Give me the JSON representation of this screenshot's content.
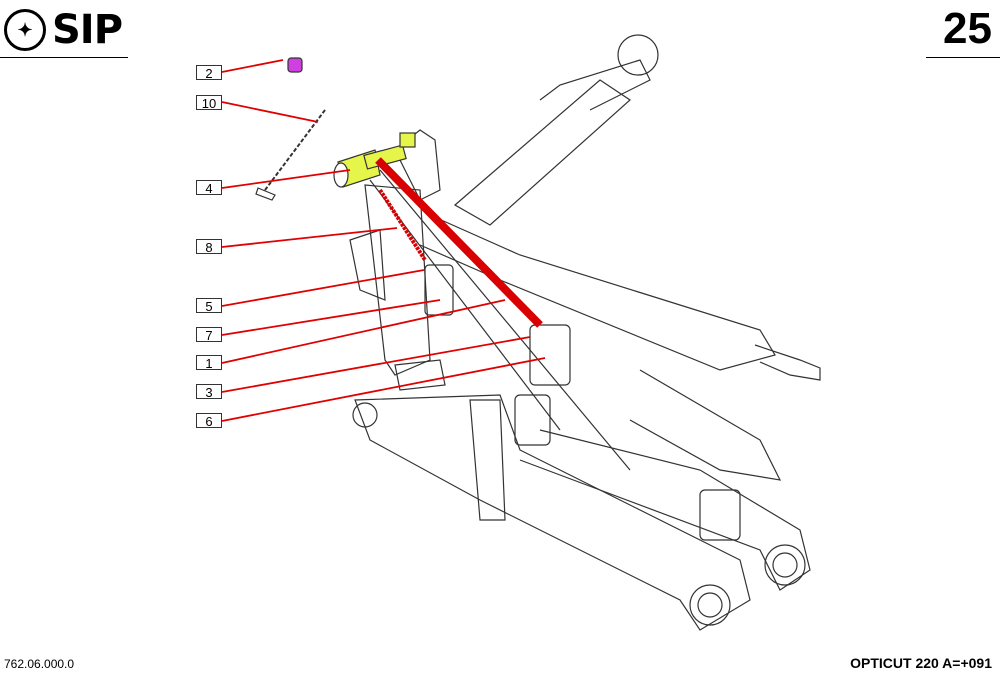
{
  "header": {
    "brand": "SIP",
    "page_number": "25"
  },
  "footer": {
    "reference": "762.06.000.0",
    "model": "OPTICUT 220 A=+091"
  },
  "callouts": [
    {
      "label": "2"
    },
    {
      "label": "10"
    },
    {
      "label": "4"
    },
    {
      "label": "8"
    },
    {
      "label": "5"
    },
    {
      "label": "7"
    },
    {
      "label": "1"
    },
    {
      "label": "3"
    },
    {
      "label": "6"
    }
  ],
  "colors": {
    "leader": "#e00000",
    "highlight_yellow": "#e6f54a",
    "highlight_magenta": "#d040e0",
    "part_red": "#d80000"
  }
}
